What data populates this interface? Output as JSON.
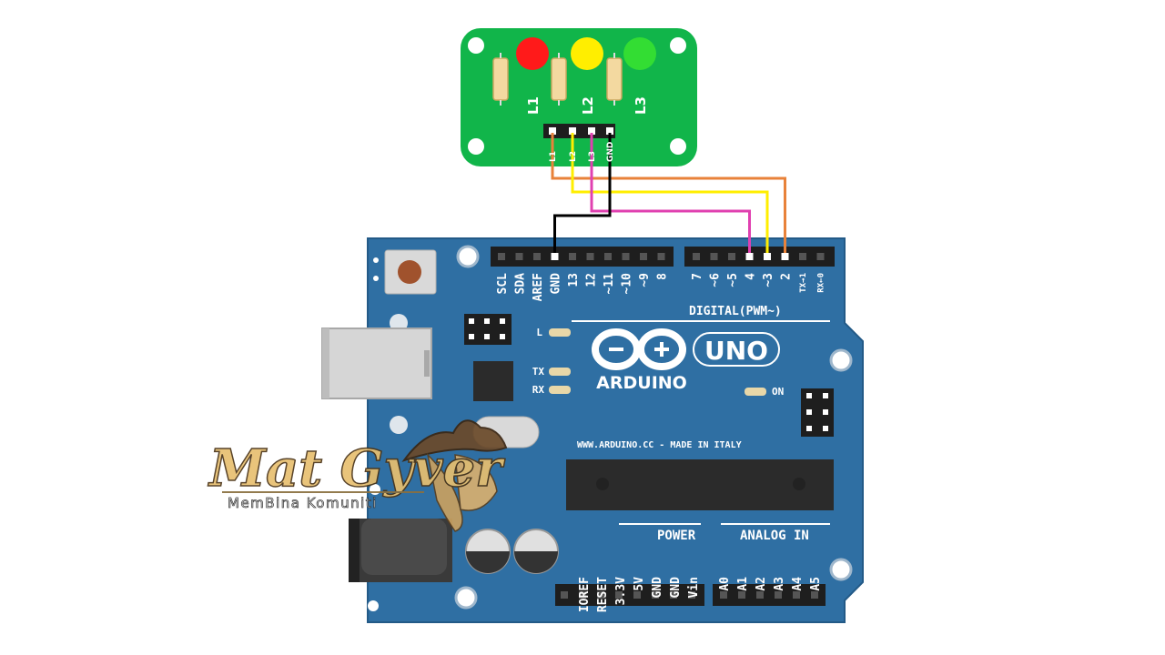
{
  "module": {
    "led_labels": [
      "L1",
      "L2",
      "L3"
    ],
    "header_labels": [
      "L1",
      "L2",
      "L3",
      "GND"
    ],
    "led_colors": [
      "#ff1a1a",
      "#ffee00",
      "#33dd33"
    ]
  },
  "board": {
    "top_header_left_labels": [
      "SCL",
      "SDA",
      "AREF",
      "GND",
      "13",
      "12",
      "~11",
      "~10",
      "~9",
      "8"
    ],
    "top_header_right_labels": [
      "7",
      "~6",
      "~5",
      "4",
      "~3",
      "2",
      "TX→1",
      "RX←0"
    ],
    "digital_label": "DIGITAL(PWM~)",
    "led_l": "L",
    "led_tx": "TX",
    "led_rx": "RX",
    "led_on": "ON",
    "logo_text": "ARDUINO",
    "model": "UNO",
    "website": "WWW.ARDUINO.CC - MADE IN ITALY",
    "power_title": "POWER",
    "analog_title": "ANALOG IN",
    "power_labels": [
      "IOREF",
      "RESET",
      "3.3V",
      "5V",
      "GND",
      "GND",
      "Vin"
    ],
    "analog_labels": [
      "A0",
      "A1",
      "A2",
      "A3",
      "A4",
      "A5"
    ]
  },
  "wiring": {
    "wires": [
      {
        "from": "L1",
        "to": "2",
        "color": "#e8823a"
      },
      {
        "from": "L2",
        "to": "~3",
        "color": "#ffee00"
      },
      {
        "from": "L3",
        "to": "4",
        "color": "#e040b0"
      },
      {
        "from": "GND",
        "to": "GND",
        "color": "#000000"
      }
    ]
  },
  "watermark": {
    "title": "Mat Gyver",
    "subtitle": "MemBina Komuniti"
  },
  "colors": {
    "board_blue": "#2f6fa3",
    "module_green": "#11b54a"
  }
}
